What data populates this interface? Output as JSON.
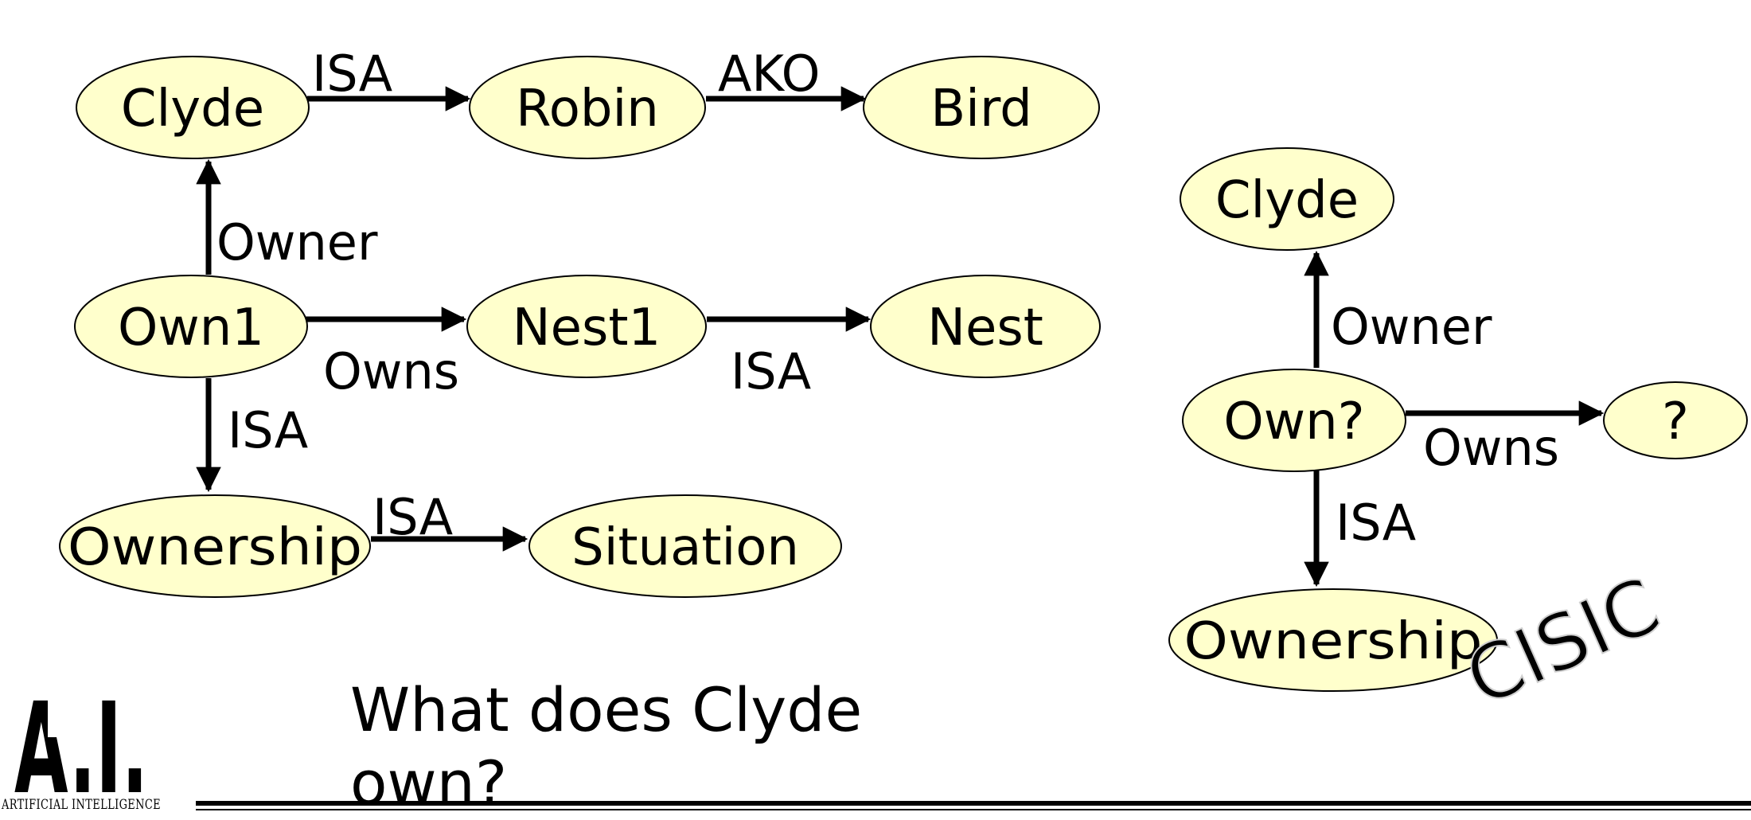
{
  "colors": {
    "node_fill": "#ffffcc",
    "stroke": "#000000",
    "watermark": "#cfcfcf",
    "logo": "#3d4a55"
  },
  "left_graph": {
    "nodes": {
      "clyde": "Clyde",
      "robin": "Robin",
      "bird": "Bird",
      "own1": "Own1",
      "nest1": "Nest1",
      "nest": "Nest",
      "ownership": "Ownership",
      "situation": "Situation"
    },
    "edges": {
      "clyde_robin": "ISA",
      "robin_bird": "AKO",
      "own1_clyde": "Owner",
      "own1_nest1": "Owns",
      "nest1_nest": "ISA",
      "own1_ownership": "ISA",
      "ownership_situation": "ISA"
    }
  },
  "right_graph": {
    "nodes": {
      "clyde": "Clyde",
      "own": "Own?",
      "unknown": "?",
      "ownership": "Ownership"
    },
    "edges": {
      "own_clyde": "Owner",
      "own_unknown": "Owns",
      "own_ownership": "ISA"
    }
  },
  "question": "What does Clyde own?",
  "logo": {
    "mark": "A.I.",
    "caption": "ARTIFICIAL INTELLIGENCE",
    "icon": "ai-logo-icon"
  },
  "watermark": "CISIC"
}
